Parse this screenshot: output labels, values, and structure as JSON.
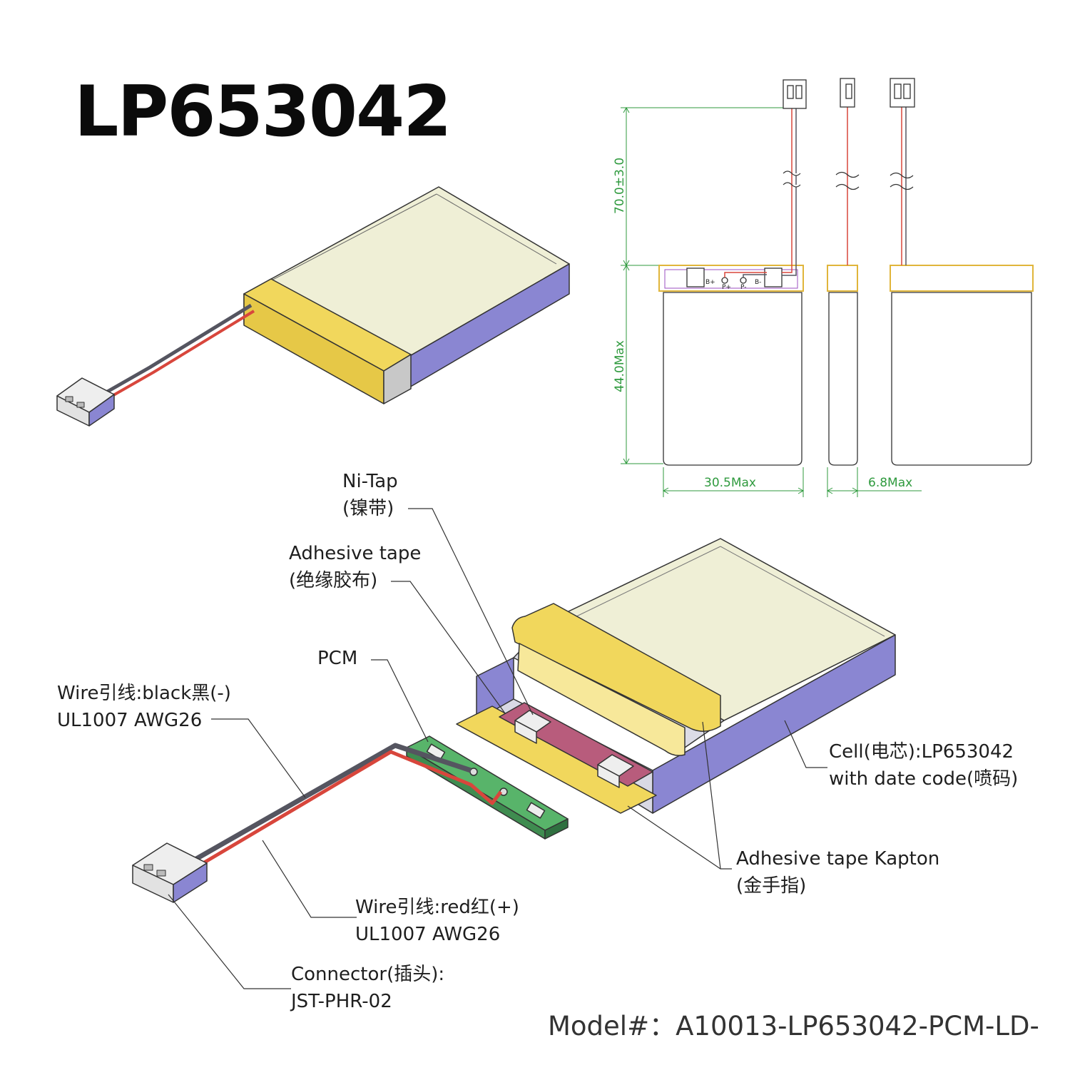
{
  "title": "LP653042",
  "model": "Model#：A10013-LP653042-PCM-LD-",
  "dimensions": {
    "wire_length": "70.0±3.0",
    "cell_length": "44.0Max",
    "cell_width": "30.5Max",
    "cell_thickness": "6.8Max"
  },
  "pcm_pads": {
    "b_plus": "B+",
    "p_plus": "P+",
    "p_minus": "P-",
    "b_minus": "B-"
  },
  "callouts": {
    "ni_tap": [
      "Ni-Tap",
      "(镍带)"
    ],
    "adhesive_tape": [
      "Adhesive tape",
      "(绝缘胶布)"
    ],
    "pcm": [
      "PCM"
    ],
    "wire_black": [
      "Wire引线:black黑(-)",
      "UL1007 AWG26"
    ],
    "wire_red": [
      "Wire引线:red红(+)",
      "UL1007 AWG26"
    ],
    "connector": [
      "Connector(插头):",
      "JST-PHR-02"
    ],
    "cell": [
      "Cell(电芯):LP653042",
      "with date code(喷码)"
    ],
    "kapton": [
      "Adhesive tape Kapton",
      "(金手指)"
    ]
  },
  "colors": {
    "cell_top": "#efefd6",
    "cell_side": "#8a86d2",
    "kapton_yellow": "#f1d75c",
    "pcm_green": "#58b46a",
    "wire_red": "#d8463c",
    "wire_black": "#555560",
    "dimension_green": "#2f9a3e",
    "outline": "#333333"
  }
}
